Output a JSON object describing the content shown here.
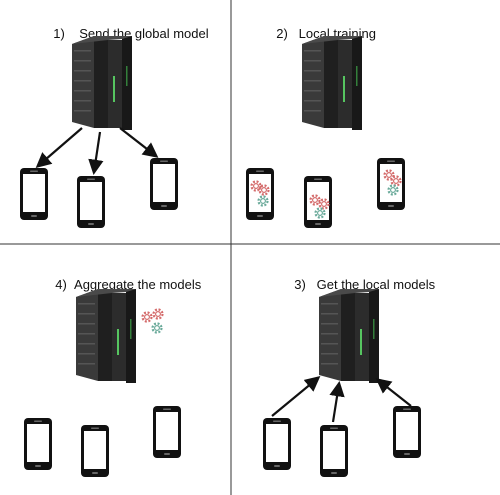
{
  "panels": [
    {
      "step": "1)",
      "title": "Send the global model"
    },
    {
      "step": "2)",
      "title": "Local training"
    },
    {
      "step": "4)",
      "title": "Aggregate the models"
    },
    {
      "step": "3)",
      "title": "Get the local models"
    }
  ],
  "colors": {
    "server_dark": "#1c1c1c",
    "server_mid": "#2f2f2f",
    "server_light": "#4a4a4a",
    "server_led": "#5ee06a",
    "phone_frame": "#111111",
    "phone_screen": "#ffffff",
    "gear_red": "#d46b6b",
    "gear_green": "#6aaa9a",
    "arrow": "#111111",
    "divider": "#333333"
  },
  "icons": [
    "server-icon",
    "phone-icon",
    "gear-icon",
    "arrow-icon"
  ]
}
